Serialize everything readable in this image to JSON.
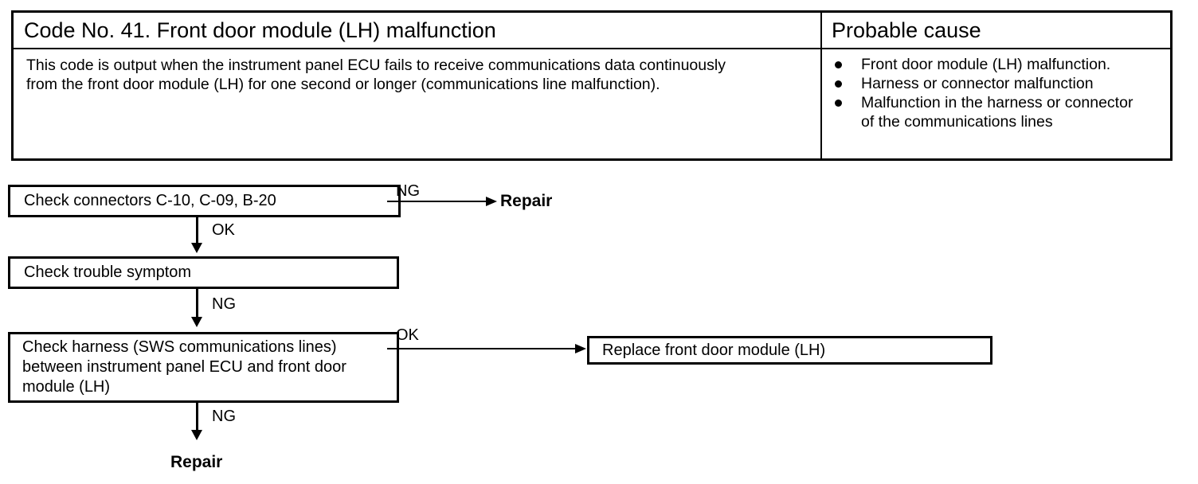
{
  "table": {
    "code_title": "Code No. 41. Front door module (LH) malfunction",
    "probable_cause_header": "Probable cause",
    "description_lines": [
      "This code is output when the instrument panel ECU fails to receive communications data continuously",
      "from the front door module (LH) for one second or longer (communications line malfunction)."
    ],
    "probable_causes": [
      "Front door module (LH) malfunction.",
      "Harness or connector malfunction",
      "Malfunction in the harness or connector of the communications lines"
    ]
  },
  "flowchart": {
    "step1": {
      "label": "Check connectors C-10, C-09, B-20",
      "ng_label": "NG",
      "ng_result": "Repair",
      "ok_label": "OK"
    },
    "step2": {
      "label": "Check trouble symptom",
      "ng_label": "NG"
    },
    "step3": {
      "lines": [
        "Check harness (SWS communications lines)",
        "between instrument panel ECU and front door",
        "module (LH)"
      ],
      "ok_label": "OK",
      "ok_result": "Replace front door module (LH)",
      "ng_label": "NG",
      "ng_result": "Repair"
    }
  }
}
